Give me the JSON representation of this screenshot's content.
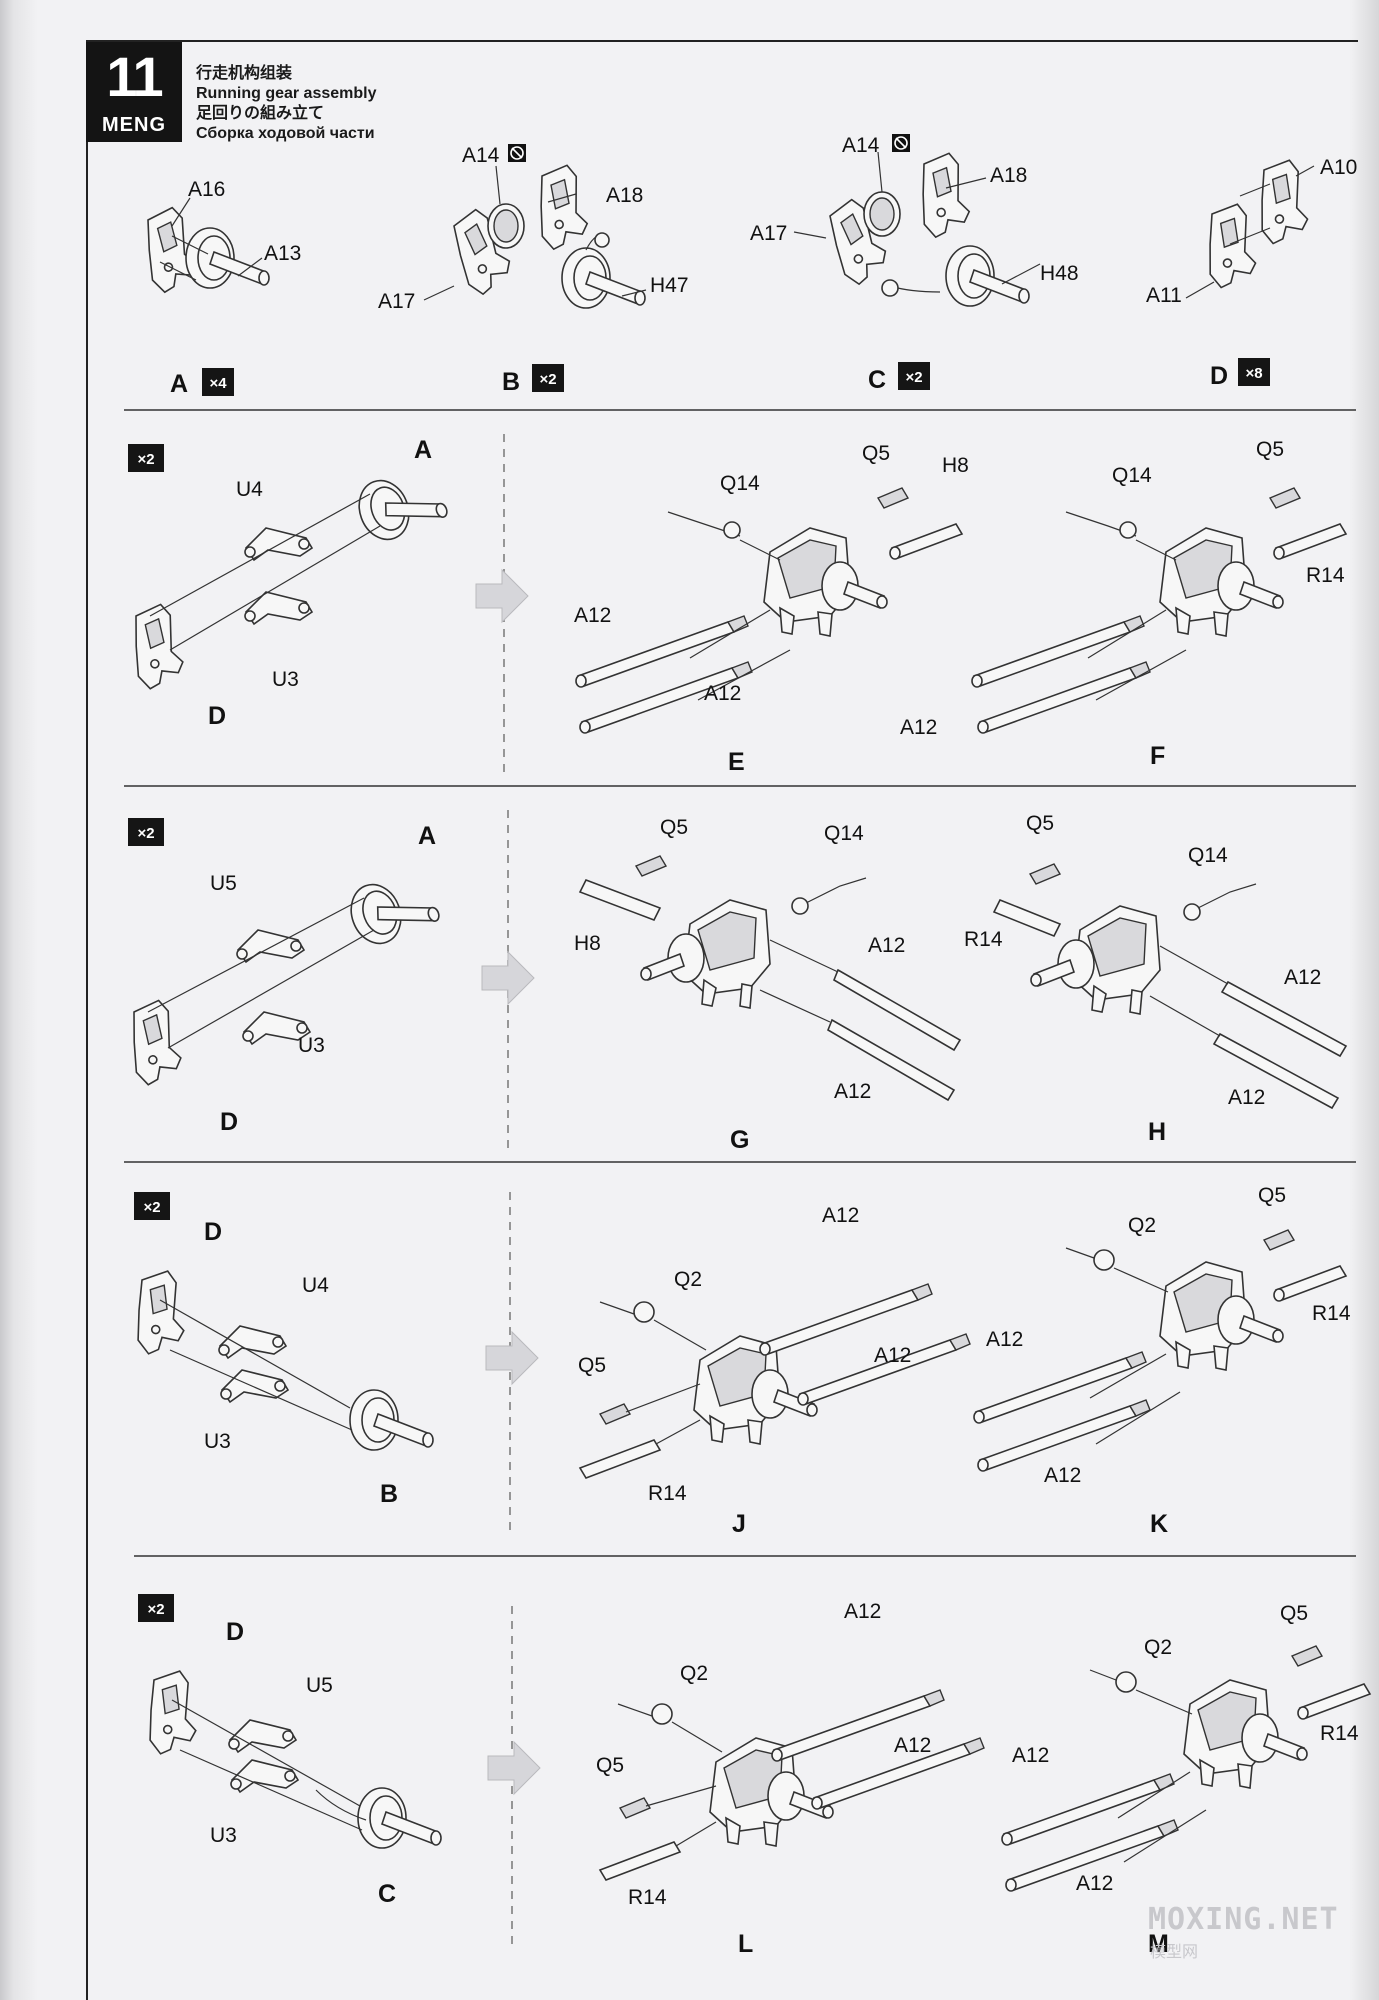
{
  "step": {
    "number": "11",
    "brand": "MENG",
    "title_zh": "行走机构组装",
    "title_en": "Running gear assembly",
    "title_ja": "足回りの組み立て",
    "title_ru": "Сборка ходовой части"
  },
  "sub_assemblies": [
    {
      "letter": "A",
      "qty": "×4",
      "parts": [
        "A16",
        "A13"
      ]
    },
    {
      "letter": "B",
      "qty": "×2",
      "parts": [
        "A14",
        "A18",
        "A17",
        "H47"
      ]
    },
    {
      "letter": "C",
      "qty": "×2",
      "parts": [
        "A14",
        "A18",
        "A17",
        "H48"
      ]
    },
    {
      "letter": "D",
      "qty": "×8",
      "parts": [
        "A10",
        "A11"
      ]
    }
  ],
  "rows": [
    {
      "qty": "×2",
      "left": {
        "assembly": "A",
        "arm": "U4",
        "lower": "U3",
        "base": "D"
      },
      "results": [
        {
          "letter": "E",
          "labels": [
            "Q14",
            "Q5",
            "H8",
            "A12",
            "A12"
          ]
        },
        {
          "letter": "F",
          "labels": [
            "Q14",
            "Q5",
            "R14",
            "A12"
          ]
        }
      ]
    },
    {
      "qty": "×2",
      "left": {
        "assembly": "A",
        "arm": "U5",
        "lower": "U3",
        "base": "D"
      },
      "results": [
        {
          "letter": "G",
          "labels": [
            "Q5",
            "Q14",
            "H8",
            "A12",
            "A12"
          ]
        },
        {
          "letter": "H",
          "labels": [
            "Q5",
            "Q14",
            "R14",
            "A12",
            "A12"
          ]
        }
      ]
    },
    {
      "qty": "×2",
      "left": {
        "assembly": "B",
        "arm": "U4",
        "lower": "U3",
        "base": "D"
      },
      "results": [
        {
          "letter": "J",
          "labels": [
            "A12",
            "Q2",
            "A12",
            "Q5",
            "R14"
          ]
        },
        {
          "letter": "K",
          "labels": [
            "Q5",
            "Q2",
            "R14",
            "A12",
            "A12"
          ]
        }
      ]
    },
    {
      "qty": "×2",
      "left": {
        "assembly": "C",
        "arm": "U5",
        "lower": "U3",
        "base": "D"
      },
      "results": [
        {
          "letter": "L",
          "labels": [
            "A12",
            "Q2",
            "A12",
            "Q5",
            "R14"
          ]
        },
        {
          "letter": "M",
          "labels": [
            "Q5",
            "Q2",
            "R14",
            "A12",
            "A12"
          ]
        }
      ]
    }
  ],
  "watermark": {
    "text": "MOXING.NET",
    "sub": "模型网"
  },
  "colors": {
    "ink": "#1a1a1a",
    "paper": "#f2f2f4"
  }
}
